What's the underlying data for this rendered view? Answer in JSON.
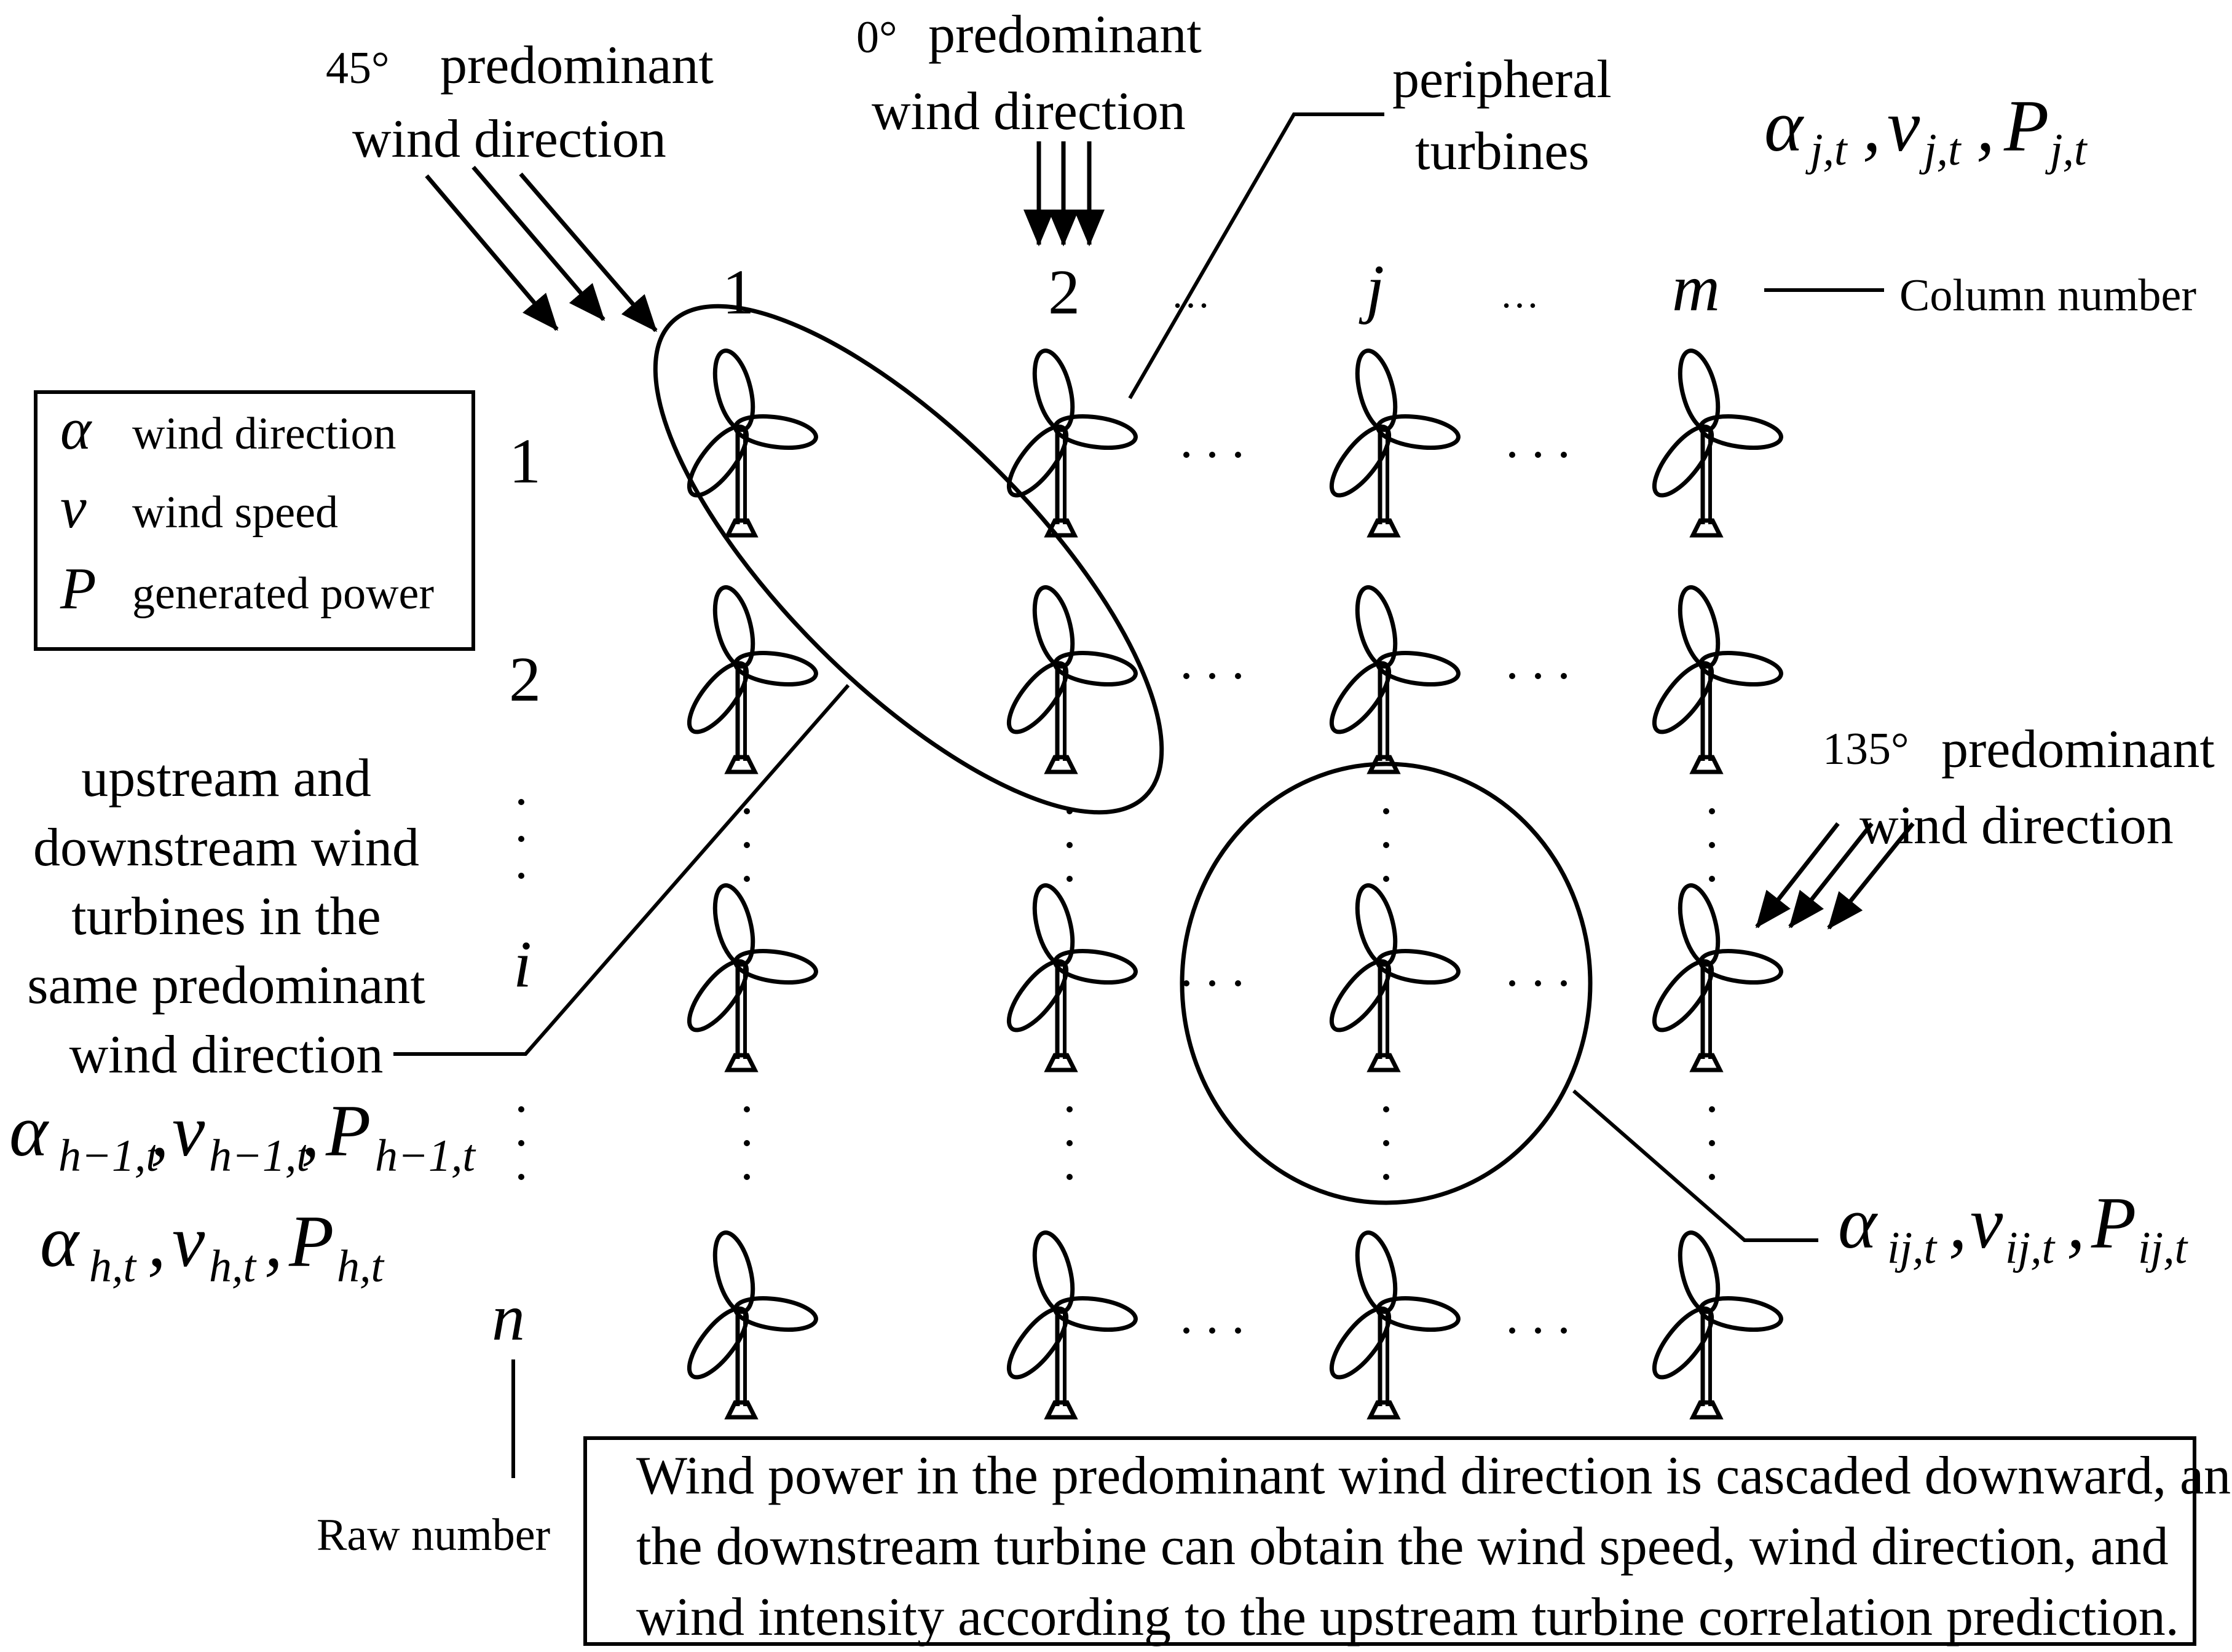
{
  "directions": {
    "d45": {
      "degree": "45°",
      "line1": "predominant",
      "line2": "wind direction"
    },
    "d0": {
      "degree": "0°",
      "line1": "predominant",
      "line2": "wind direction"
    },
    "d135": {
      "degree": "135°",
      "line1": "predominant",
      "line2": "wind direction"
    }
  },
  "peripheral": {
    "line1": "peripheral",
    "line2": "turbines"
  },
  "columns": {
    "label": "Column number",
    "items": [
      "1",
      "2",
      "…",
      "j",
      "…",
      "m"
    ]
  },
  "rows": {
    "label": "Raw number",
    "items": [
      "1",
      "2",
      "⋮",
      "i",
      "⋮",
      "n"
    ]
  },
  "legend": {
    "items": [
      {
        "symbol": "α",
        "text": "wind direction"
      },
      {
        "symbol": "v",
        "text": "wind speed"
      },
      {
        "symbol": "P",
        "text": "generated power"
      }
    ]
  },
  "upstream": {
    "lines": [
      "upstream and",
      "downstream wind",
      "turbines in the",
      "same predominant",
      "wind direction"
    ]
  },
  "formulas": {
    "col": {
      "alpha": "α",
      "v": "v",
      "p": "P",
      "sub": "j,t",
      "sep": ","
    },
    "h_minus": {
      "alpha": "α",
      "v": "v",
      "p": "P",
      "sub": "h−1,t",
      "sep": ","
    },
    "h": {
      "alpha": "α",
      "v": "v",
      "p": "P",
      "sub": "h,t",
      "sep": ","
    },
    "ij": {
      "alpha": "α",
      "v": "v",
      "p": "P",
      "sub": "ij,t",
      "sep": ","
    }
  },
  "note": {
    "lines": [
      "Wind power in the predominant wind direction is cascaded downward, and",
      "the downstream turbine can obtain the wind speed, wind direction, and",
      "wind intensity according to the upstream turbine correlation prediction."
    ]
  }
}
